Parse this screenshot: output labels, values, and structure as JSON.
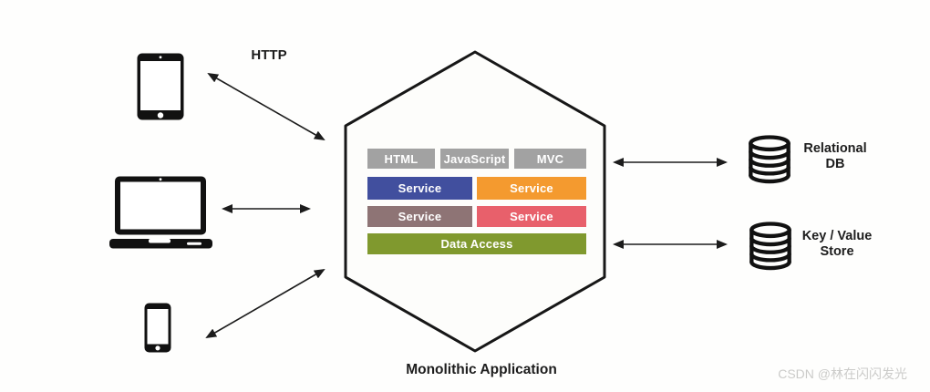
{
  "labels": {
    "http": "HTTP",
    "app": "Monolithic Application",
    "watermark": "CSDN @林在闪闪发光"
  },
  "hexagon": {
    "name": "Monolithic Application",
    "stroke": "#171717",
    "fill": "#fdfdfb"
  },
  "ui_boxes": [
    {
      "label": "HTML",
      "color": "#a2a2a2"
    },
    {
      "label": "JavaScript",
      "color": "#a2a2a2"
    },
    {
      "label": "MVC",
      "color": "#a2a2a2"
    }
  ],
  "service_boxes": [
    {
      "label": "Service",
      "color": "#414f9e"
    },
    {
      "label": "Service",
      "color": "#f49a2f"
    },
    {
      "label": "Service",
      "color": "#8e7475"
    },
    {
      "label": "Service",
      "color": "#e8606b"
    }
  ],
  "data_access_box": {
    "label": "Data Access",
    "color": "#80992e"
  },
  "databases": [
    {
      "line1": "Relational",
      "line2": "DB"
    },
    {
      "line1": "Key / Value",
      "line2": "Store"
    }
  ],
  "devices": [
    {
      "icon": "tablet-icon"
    },
    {
      "icon": "laptop-icon"
    },
    {
      "icon": "smartphone-icon"
    }
  ],
  "icon_color": "#111111",
  "arrow_color": "#1c1c1c"
}
